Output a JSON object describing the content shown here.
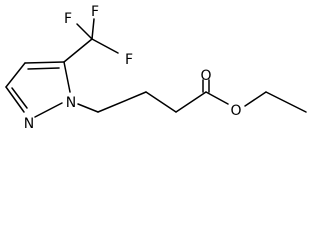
{
  "molecule": {
    "atoms": {
      "fluorine_1": "F",
      "fluorine_2": "F",
      "fluorine_3": "F",
      "nitrogen_ring": "N",
      "nitrogen_substituted": "N",
      "oxygen_carbonyl": "O",
      "oxygen_ester": "O"
    },
    "colors": {
      "bonds": "#000000",
      "labels": "#000000",
      "background": "#ffffff"
    }
  }
}
